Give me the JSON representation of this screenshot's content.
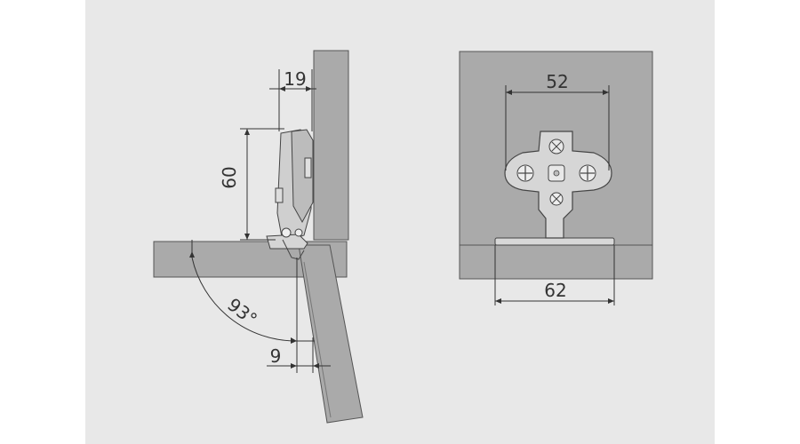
{
  "dimensions": {
    "offset_top": "19",
    "height": "60",
    "angle": "93°",
    "offset_bottom": "9",
    "spacing_top": "52",
    "width_bottom": "62"
  }
}
